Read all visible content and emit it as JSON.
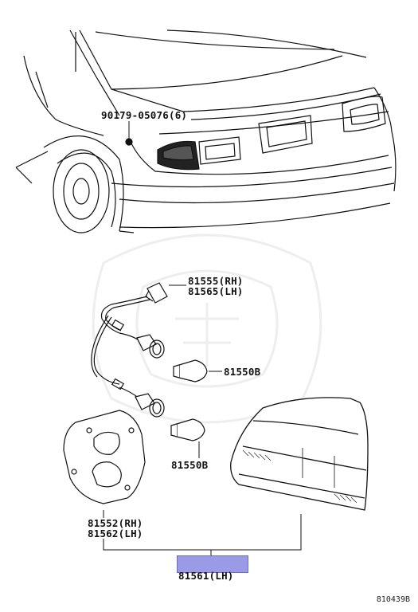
{
  "diagram": {
    "parts": {
      "bolt": "90179-05076(6)",
      "socket_wire_rh": "81555(RH)",
      "socket_wire_lh": "81565(LH)",
      "bulb_upper": "81550B",
      "bulb_lower": "81550B",
      "gasket_rh": "81552(RH)",
      "gasket_lh": "81562(LH)",
      "lamp_assy": "81561(LH)"
    },
    "figure_id": "810439B",
    "highlight_color": "#9a9ae6"
  }
}
